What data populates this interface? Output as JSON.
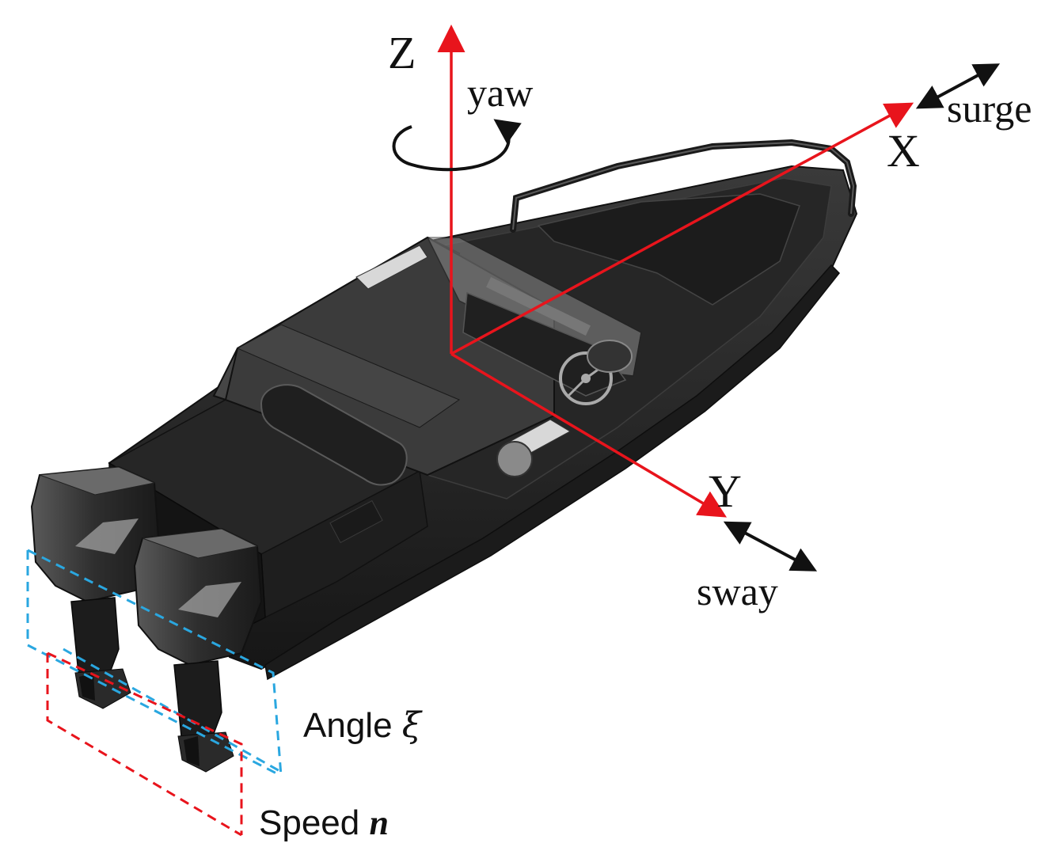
{
  "axes": {
    "z": "Z",
    "x": "X",
    "y": "Y"
  },
  "motions": {
    "yaw": "yaw",
    "surge": "surge",
    "sway": "sway"
  },
  "controls": {
    "angle_word": "Angle",
    "angle_symbol": "ξ",
    "speed_word": "Speed",
    "speed_symbol": "n"
  },
  "colors": {
    "axis": "#e8141c",
    "motion_arrow": "#111111",
    "angle_box": "#2aa7e0",
    "speed_box": "#e8141c",
    "hull": "#2b2b2b",
    "deck": "#1f1f1f",
    "motor": "#2e2e2e"
  }
}
